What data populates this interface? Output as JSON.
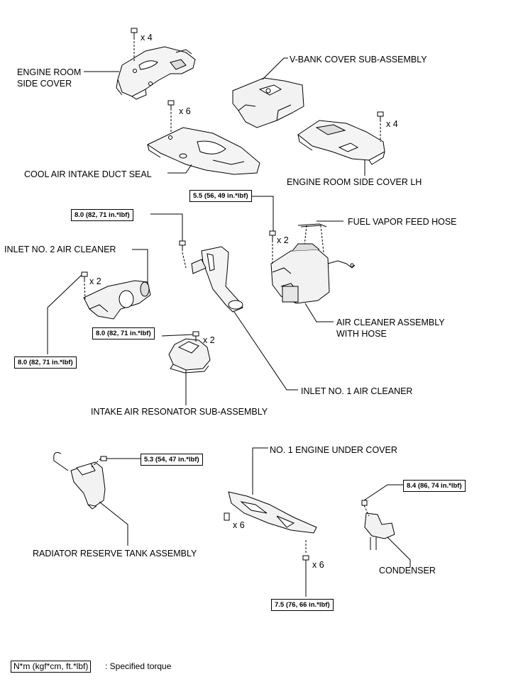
{
  "labels": {
    "engine_room_side_cover": [
      "ENGINE ROOM",
      "SIDE COVER"
    ],
    "v_bank_cover": "V-BANK COVER SUB-ASSEMBLY",
    "cool_air_intake_duct_seal": "COOL AIR INTAKE DUCT SEAL",
    "engine_room_side_cover_lh": "ENGINE ROOM SIDE COVER LH",
    "fuel_vapor_feed_hose": "FUEL VAPOR FEED HOSE",
    "inlet_no2_air_cleaner": "INLET NO. 2 AIR CLEANER",
    "air_cleaner_assembly": [
      "AIR CLEANER ASSEMBLY",
      "WITH HOSE"
    ],
    "inlet_no1_air_cleaner": "INLET NO. 1 AIR CLEANER",
    "intake_air_resonator": "INTAKE AIR RESONATOR SUB-ASSEMBLY",
    "no1_engine_under_cover": "NO. 1 ENGINE UNDER COVER",
    "radiator_reserve_tank": "RADIATOR RESERVE TANK ASSEMBLY",
    "condenser": "CONDENSER"
  },
  "quantities": {
    "q1": "x 4",
    "q2": "x 6",
    "q3": "x 4",
    "q4": "x 2",
    "q5": "x 2",
    "q6": "x 2",
    "q7": "x 6",
    "q8": "x 6"
  },
  "torques": {
    "t1": "5.5 (56, 49 in.*lbf)",
    "t2": "8.0 (82, 71 in.*lbf)",
    "t3": "8.0 (82, 71 in.*lbf)",
    "t4": "8.0 (82, 71 in.*lbf)",
    "t5": "5.3 (54, 47 in.*lbf)",
    "t6": "8.4 (86, 74 in.*lbf)",
    "t7": "7.5 (76, 66 in.*lbf)"
  },
  "legend": {
    "box": "N*m (kgf*cm, ft.*lbf)",
    "text": ": Specified torque"
  }
}
